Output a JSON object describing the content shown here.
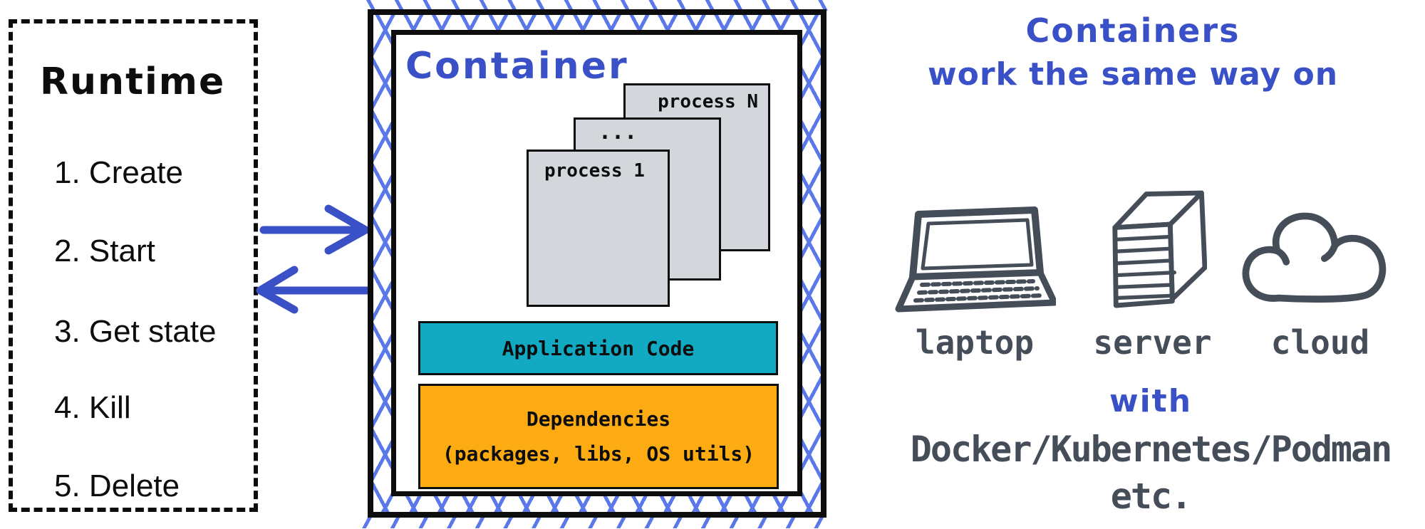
{
  "colors": {
    "ink_blue": "#3950c6",
    "hatch_blue": "#5b78ea",
    "dark_slate": "#454d59",
    "card_gray": "#d3d7dc",
    "teal": "#12a9c2",
    "orange": "#fcab13",
    "black": "#0d0d0d"
  },
  "runtime_panel": {
    "title": "Runtime",
    "items": [
      "1. Create",
      "2. Start",
      "3. Get state",
      "4. Kill",
      "5. Delete"
    ]
  },
  "container_panel": {
    "title": "Container",
    "process_back": "process N",
    "process_middle": "...",
    "process_front": "process 1",
    "app_code_label": "Application Code",
    "dependencies_title": "Dependencies",
    "dependencies_detail": "(packages, libs, OS utils)"
  },
  "right_panel": {
    "heading_line1": "Containers",
    "heading_line2": "work the same way on",
    "platforms": [
      {
        "icon": "laptop-icon",
        "label": "laptop"
      },
      {
        "icon": "server-icon",
        "label": "server"
      },
      {
        "icon": "cloud-icon",
        "label": "cloud"
      }
    ],
    "connector": "with",
    "tools": "Docker/Kubernetes/Podman",
    "tools_suffix": "etc."
  }
}
